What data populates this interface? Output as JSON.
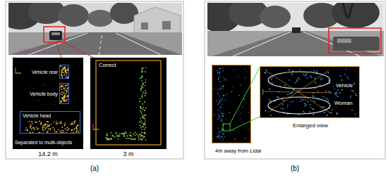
{
  "diagram": {
    "nodes": [
      {
        "text": [
          "Separated to multi-objects"
        ]
      },
      {
        "text": [
          "Vehicle rear"
        ],
        "in": 0
      },
      {
        "text": [
          "Vehicle body"
        ],
        "in": 0
      },
      {
        "text": [
          "Vehicle head"
        ],
        "in": 0
      },
      {
        "text": [
          "Correct"
        ]
      },
      {
        "text": [
          "4m away from Lidar"
        ]
      },
      {
        "text": [
          "Vehicle",
          "Woman",
          "Enlarged view"
        ]
      }
    ],
    "labels": [
      "14.2 m",
      "3 m",
      "(a)",
      "(b)"
    ]
  }
}
